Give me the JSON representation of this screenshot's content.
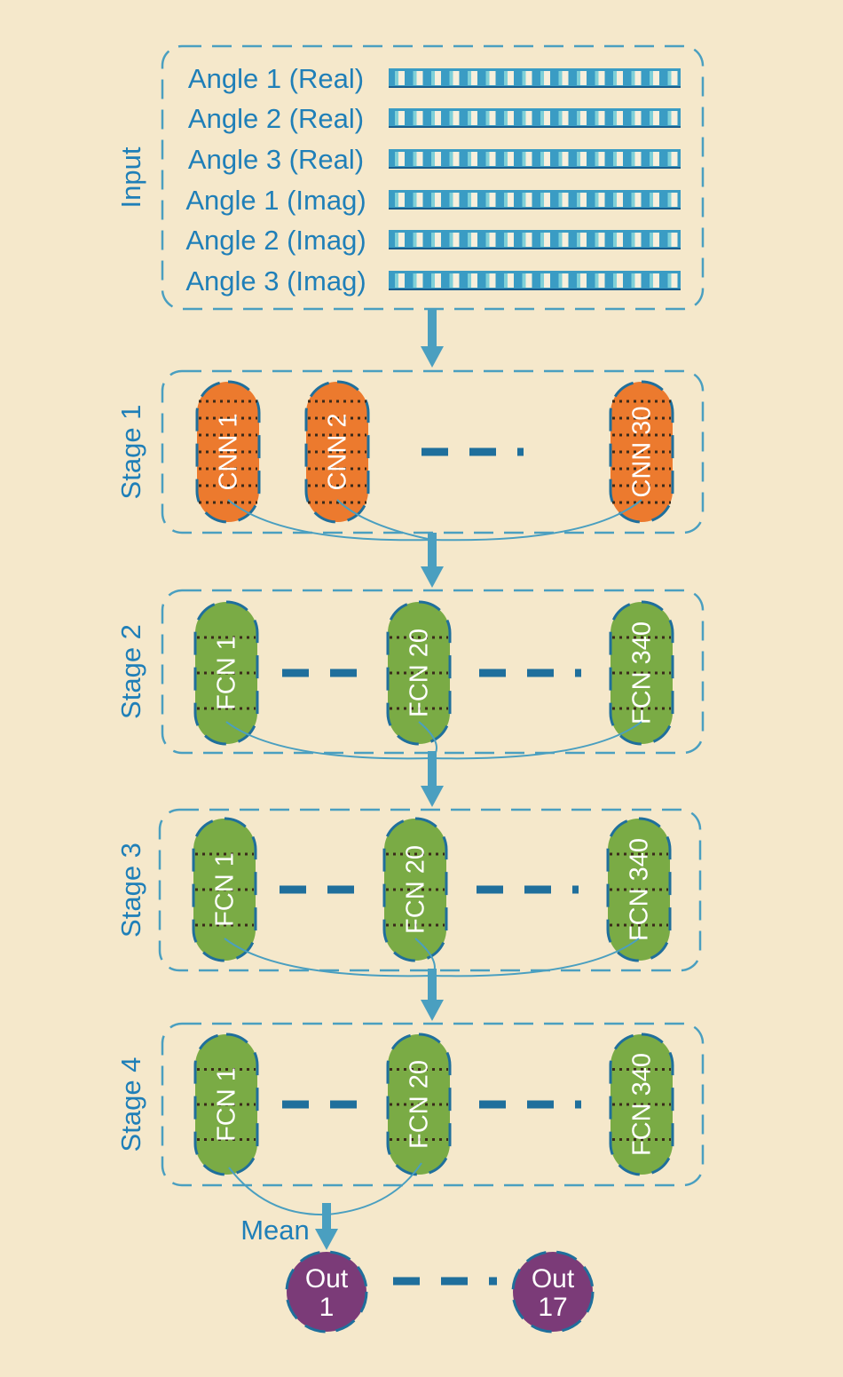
{
  "input": {
    "label": "Input",
    "rows": [
      "Angle 1 (Real)",
      "Angle 2 (Real)",
      "Angle 3 (Real)",
      "Angle 1 (Imag)",
      "Angle 2 (Imag)",
      "Angle 3 (Imag)"
    ]
  },
  "stages": [
    {
      "label": "Stage 1",
      "nodes": [
        "CNN 1",
        "CNN 2",
        "CNN 30"
      ]
    },
    {
      "label": "Stage 2",
      "nodes": [
        "FCN 1",
        "FCN  20",
        "FCN  340"
      ]
    },
    {
      "label": "Stage 3",
      "nodes": [
        "FCN 1",
        "FCN  20",
        "FCN  340"
      ]
    },
    {
      "label": "Stage 4",
      "nodes": [
        "FCN 1",
        "FCN  20",
        "FCN  340"
      ]
    }
  ],
  "mean_label": "Mean",
  "outputs": [
    {
      "line1": "Out",
      "line2": "1"
    },
    {
      "line1": "Out",
      "line2": "17"
    }
  ],
  "colors": {
    "background": "#f5e8cb",
    "text_blue": "#1f7fb8",
    "dash_blue": "#1f6f9c",
    "arrow": "#4a9fc0",
    "cnn": "#ec7a2e",
    "fcn": "#7aab45",
    "out": "#7b3b78"
  }
}
